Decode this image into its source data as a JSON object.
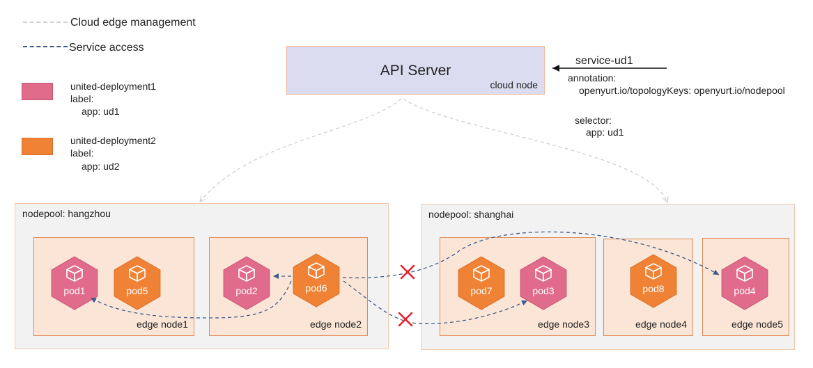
{
  "legend": {
    "cloud_edge_label": "Cloud edge management",
    "service_access_label": "Service access",
    "ud1": {
      "name": "united-deployment1",
      "label_key": "label:",
      "label_value": "app: ud1",
      "color": "#e06b8b"
    },
    "ud2": {
      "name": "united-deployment2",
      "label_key": "label:",
      "label_value": "app: ud2",
      "color": "#ef8235"
    },
    "cloud_edge_line_color": "#cfcfcf",
    "service_line_color": "#3e5a8a"
  },
  "api_server": {
    "title": "API Server",
    "node_label": "cloud node"
  },
  "service": {
    "name": "service-ud1",
    "annotation_key": "annotation:",
    "annotation_value": "openyurt.io/topologyKeys: openyurt.io/nodepool",
    "selector_key": "selector:",
    "selector_value": "app: ud1"
  },
  "nodepools": {
    "hangzhou": {
      "label": "nodepool: hangzhou",
      "nodes": {
        "edge1": {
          "label": "edge node1",
          "pods": [
            "pod1",
            "pod5"
          ]
        },
        "edge2": {
          "label": "edge node2",
          "pods": [
            "pod2",
            "pod6"
          ]
        }
      }
    },
    "shanghai": {
      "label": "nodepool: shanghai",
      "nodes": {
        "edge3": {
          "label": "edge node3",
          "pods": [
            "pod7",
            "pod3"
          ]
        },
        "edge4": {
          "label": "edge node4",
          "pods": [
            "pod8"
          ]
        },
        "edge5": {
          "label": "edge node5",
          "pods": [
            "pod4"
          ]
        }
      }
    }
  },
  "pods": [
    {
      "name": "pod1",
      "deployment": "ud1"
    },
    {
      "name": "pod5",
      "deployment": "ud2"
    },
    {
      "name": "pod2",
      "deployment": "ud1"
    },
    {
      "name": "pod6",
      "deployment": "ud2"
    },
    {
      "name": "pod7",
      "deployment": "ud2"
    },
    {
      "name": "pod3",
      "deployment": "ud1"
    },
    {
      "name": "pod8",
      "deployment": "ud2"
    },
    {
      "name": "pod4",
      "deployment": "ud1"
    }
  ],
  "blocked_mark_color": "#e8202a"
}
